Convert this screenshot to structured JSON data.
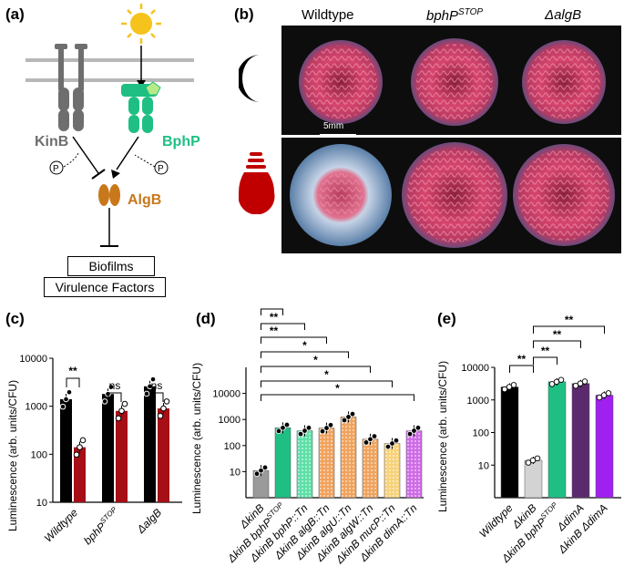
{
  "panels": {
    "a": "(a)",
    "b": "(b)",
    "c": "(c)",
    "d": "(d)",
    "e": "(e)"
  },
  "diagram": {
    "kinb_label": "KinB",
    "bphp_label": "BphP",
    "algb_label": "AlgB",
    "phospho_label": "P",
    "outputs": [
      "Biofilms",
      "Virulence Factors"
    ],
    "colors": {
      "kinb": "#6e6e6e",
      "bphp": "#1fbf83",
      "algb": "#c8781a",
      "sun": "#f6c21c",
      "membrane": "#b8b8b8"
    }
  },
  "photo_panel": {
    "columns": [
      "Wildtype",
      "bphP",
      "ΔalgB"
    ],
    "column_sup": "STOP",
    "scale_bar": "5mm",
    "row_icons": [
      "moon-icon",
      "red-light-bulb-icon"
    ]
  },
  "charts": {
    "c": {
      "ylabel": "Luminescence (arb. units/CFU)",
      "yticks": [
        "10",
        "100",
        "1000",
        "10000"
      ],
      "significance": [
        "**",
        "ns",
        "ns"
      ],
      "xlabels": [
        "Wildtype",
        "bphP",
        "ΔalgB"
      ],
      "xlabel_sup": "STOP"
    },
    "d": {
      "ylabel": "Luminescence (arb. units/CFU)",
      "yticks": [
        "10",
        "100",
        "1000",
        "10000"
      ],
      "significance": [
        "**",
        "**",
        "**",
        "*",
        "*",
        "*",
        "*"
      ],
      "xlabels": [
        "ΔkinB",
        "ΔkinB bphP",
        "ΔkinB bphP::Tn",
        "ΔkinB algB::Tn",
        "ΔkinB algU::Tn",
        "ΔkinB algW::Tn",
        "ΔkinB mucP::Tn",
        "ΔkinB dimA::Tn"
      ]
    },
    "e": {
      "ylabel": "Luminescence (arb. units/CFU)",
      "yticks": [
        "10",
        "100",
        "1000",
        "10000"
      ],
      "significance": [
        "**",
        "**",
        "**",
        "**"
      ],
      "xlabels": [
        "Wildtype",
        "ΔkinB",
        "ΔkinB bphP",
        "ΔdimA",
        "ΔkinB ΔdimA"
      ]
    }
  },
  "chart_data": [
    {
      "type": "bar",
      "panel": "c",
      "categories": [
        "Wildtype",
        "bphP STOP",
        "ΔalgB"
      ],
      "series": [
        {
          "name": "dark",
          "values": [
            1400,
            1800,
            2600
          ]
        },
        {
          "name": "red light",
          "values": [
            140,
            800,
            900
          ]
        }
      ],
      "ylabel": "Luminescence (arb. units/CFU)",
      "ylim": [
        10,
        10000
      ],
      "yscale": "log",
      "colors": [
        "#000000",
        "#a50f15"
      ]
    },
    {
      "type": "bar",
      "panel": "d",
      "categories": [
        "ΔkinB",
        "ΔkinB bphP STOP",
        "ΔkinB bphP::Tn",
        "ΔkinB algB::Tn",
        "ΔkinB algU::Tn",
        "ΔkinB algW::Tn",
        "ΔkinB mucP::Tn",
        "ΔkinB dimA::Tn"
      ],
      "values": [
        11,
        480,
        370,
        470,
        1250,
        175,
        120,
        370
      ],
      "ylabel": "Luminescence (arb. units/CFU)",
      "ylim": [
        1,
        100000
      ],
      "yscale": "log",
      "colors": [
        "#9a9a9a",
        "#1fbf83",
        "#5ee0a8",
        "#f0a35e",
        "#f0a35e",
        "#f0a35e",
        "#f7d27a",
        "#d06be8"
      ]
    },
    {
      "type": "bar",
      "panel": "e",
      "categories": [
        "Wildtype",
        "ΔkinB",
        "ΔkinB bphP STOP",
        "ΔdimA",
        "ΔkinB ΔdimA"
      ],
      "values": [
        2500,
        14,
        3600,
        3200,
        1400
      ],
      "ylabel": "Luminescence (arb. units/CFU)",
      "ylim": [
        1,
        10000
      ],
      "yscale": "log",
      "colors": [
        "#000000",
        "#d3d3d3",
        "#1fbf83",
        "#5b2a6e",
        "#a020f0"
      ]
    }
  ]
}
